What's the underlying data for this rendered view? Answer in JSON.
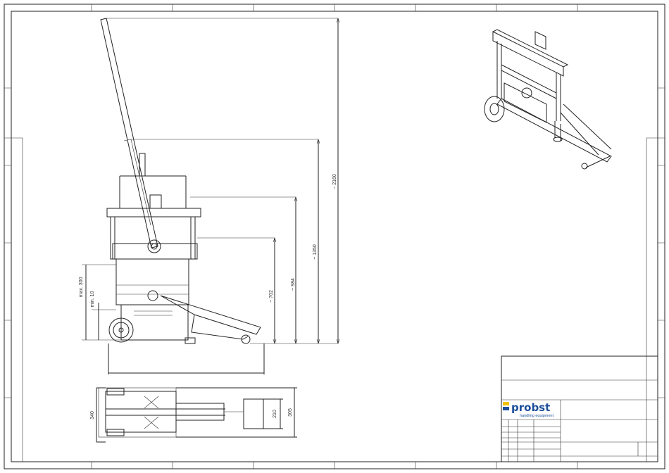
{
  "dimensions": {
    "total_height": "~ 2160",
    "height_1350": "~ 1350",
    "height_984": "~ 984",
    "height_702": "~ 702",
    "max_300": "max. 300",
    "min_10": "min. 10",
    "width_340": "340",
    "width_305": "305",
    "width_210": "210"
  },
  "title_block": {
    "brand": "probst",
    "tagline": "handling equipment",
    "brand_color": "#1d4f9c",
    "accent_color": "#f2c200"
  }
}
